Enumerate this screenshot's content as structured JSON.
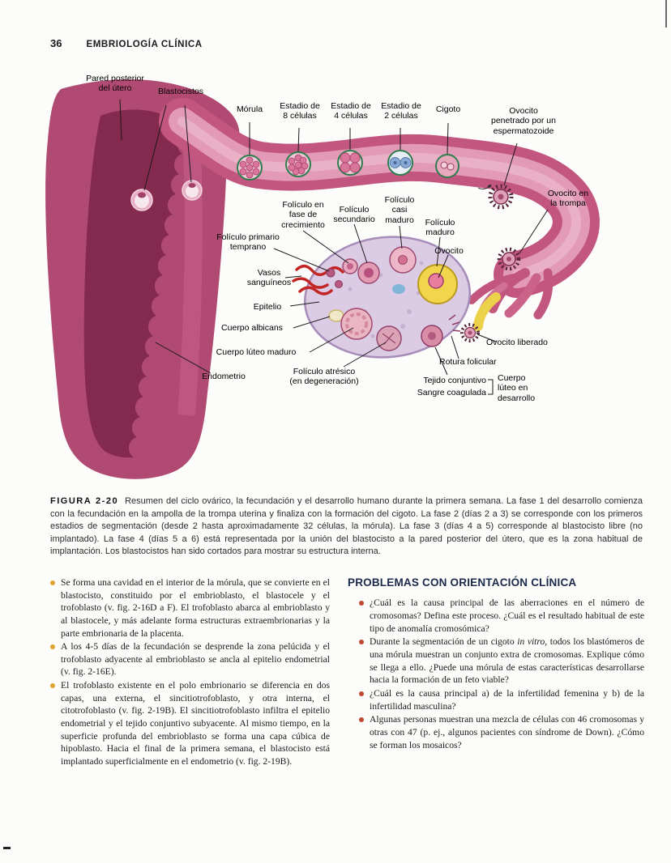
{
  "page": {
    "number": "36",
    "running_head": "EMBRIOLOGÍA CLÍNICA"
  },
  "colors": {
    "left_bullet": "#dfa32e",
    "right_bullet": "#bf4a31",
    "clinical_heading": "#1b2a4a",
    "uterus_wall": "#b04a72",
    "uterus_interior": "#842a4e",
    "tube": "#c2567e",
    "ovary": "#dccbe4",
    "mature_follicle": "#f2d54a"
  },
  "figure": {
    "labels": {
      "pared_posterior": "Pared posterior\ndel útero",
      "blastocistos": "Blastocistos",
      "morula": "Mórula",
      "estadio_8": "Estadio de\n8 células",
      "estadio_4": "Estadio de\n4 células",
      "estadio_2": "Estadio de\n2 células",
      "cigoto": "Cigoto",
      "ovocito_penetrado": "Ovocito\npenetrado por un\nespermatozoide",
      "ovocito_trompa": "Ovocito en\nla trompa",
      "foliculo_crecimiento": "Folículo en\nfase de\ncrecimiento",
      "foliculo_secundario": "Folículo\nsecundario",
      "foliculo_casi_maduro": "Folículo\ncasi\nmaduro",
      "foliculo_maduro": "Folículo\nmaduro",
      "ovocito": "Ovocito",
      "foliculo_primario": "Folículo primario\ntemprano",
      "vasos_sanguineos": "Vasos\nsanguíneos",
      "epitelio": "Epitelio",
      "cuerpo_albicans": "Cuerpo albicans",
      "cuerpo_luteo_maduro": "Cuerpo lúteo maduro",
      "foliculo_atresico": "Folículo atrésico\n(en degeneración)",
      "endometrio": "Endometrio",
      "ovocito_liberado": "Ovocito liberado",
      "rotura_folicular": "Rotura folicular",
      "tejido_conjuntivo": "Tejido conjuntivo",
      "sangre_coagulada": "Sangre coagulada",
      "cuerpo_luteo_desarrollo": "Cuerpo\nlúteo en\ndesarrollo"
    },
    "caption_label": "FIGURA 2-20",
    "caption_text": "Resumen del ciclo ovárico, la fecundación y el desarrollo humano durante la primera semana. La fase 1 del desarrollo comienza con la fecundación en la ampolla de la trompa uterina y finaliza con la formación del cigoto. La fase 2 (días 2 a 3) se corresponde con los primeros estadios de segmentación (desde 2 hasta aproximadamente 32 células, la mórula). La fase 3 (días 4 a 5) corresponde al blastocisto libre (no implantado). La fase 4 (días 5 a 6) está representada por la unión del blastocisto a la pared posterior del útero, que es la zona habitual de implantación. Los blastocistos han sido cortados para mostrar su estructura interna."
  },
  "left_column": {
    "bullets": [
      {
        "text": "Se forma una cavidad en el interior de la mórula, que se convierte en el blastocisto, constituido por el embrioblasto, el blastocele y el trofoblasto (v. fig. 2-16D a F). El trofoblasto abarca al embrioblasto y al blastocele, y más adelante forma estructuras extraembrionarias y la parte embrionaria de la placenta."
      },
      {
        "text": "A los 4-5 días de la fecundación se desprende la zona pelúcida y el trofoblasto adyacente al embrioblasto se ancla al epitelio endometrial (v. fig. 2-16E)."
      },
      {
        "text": "El trofoblasto existente en el polo embrionario se diferencia en dos capas, una externa, el sincitiotrofoblasto, y otra interna, el citotrofoblasto (v. fig. 2-19B). El sincitiotrofoblasto infiltra el epitelio endometrial y el tejido conjuntivo subyacente. Al mismo tiempo, en la superficie profunda del embrioblasto se forma una capa cúbica de hipoblasto. Hacia el final de la primera semana, el blastocisto está implantado superficialmente en el endometrio (v. fig. 2-19B)."
      }
    ]
  },
  "right_column": {
    "heading": "PROBLEMAS CON ORIENTACIÓN CLÍNICA",
    "bullets": [
      {
        "text": "¿Cuál es la causa principal de las aberraciones en el número de cromosomas? Defina este proceso. ¿Cuál es el resultado habitual de este tipo de anomalía cromosómica?"
      },
      {
        "pre": "Durante la segmentación de un cigoto ",
        "italic": "in vitro",
        "post": ", todos los blastómeros de una mórula muestran un conjunto extra de cromosomas. Explique cómo se llega a ello. ¿Puede una mórula de estas características desarrollarse hacia la formación de un feto viable?"
      },
      {
        "text": "¿Cuál es la causa principal a) de la infertilidad femenina y b) de la infertilidad masculina?"
      },
      {
        "text": "Algunas personas muestran una mezcla de células con 46 cromosomas y otras con 47 (p. ej., algunos pacientes con síndrome de Down). ¿Cómo se forman los mosaicos?"
      }
    ]
  }
}
